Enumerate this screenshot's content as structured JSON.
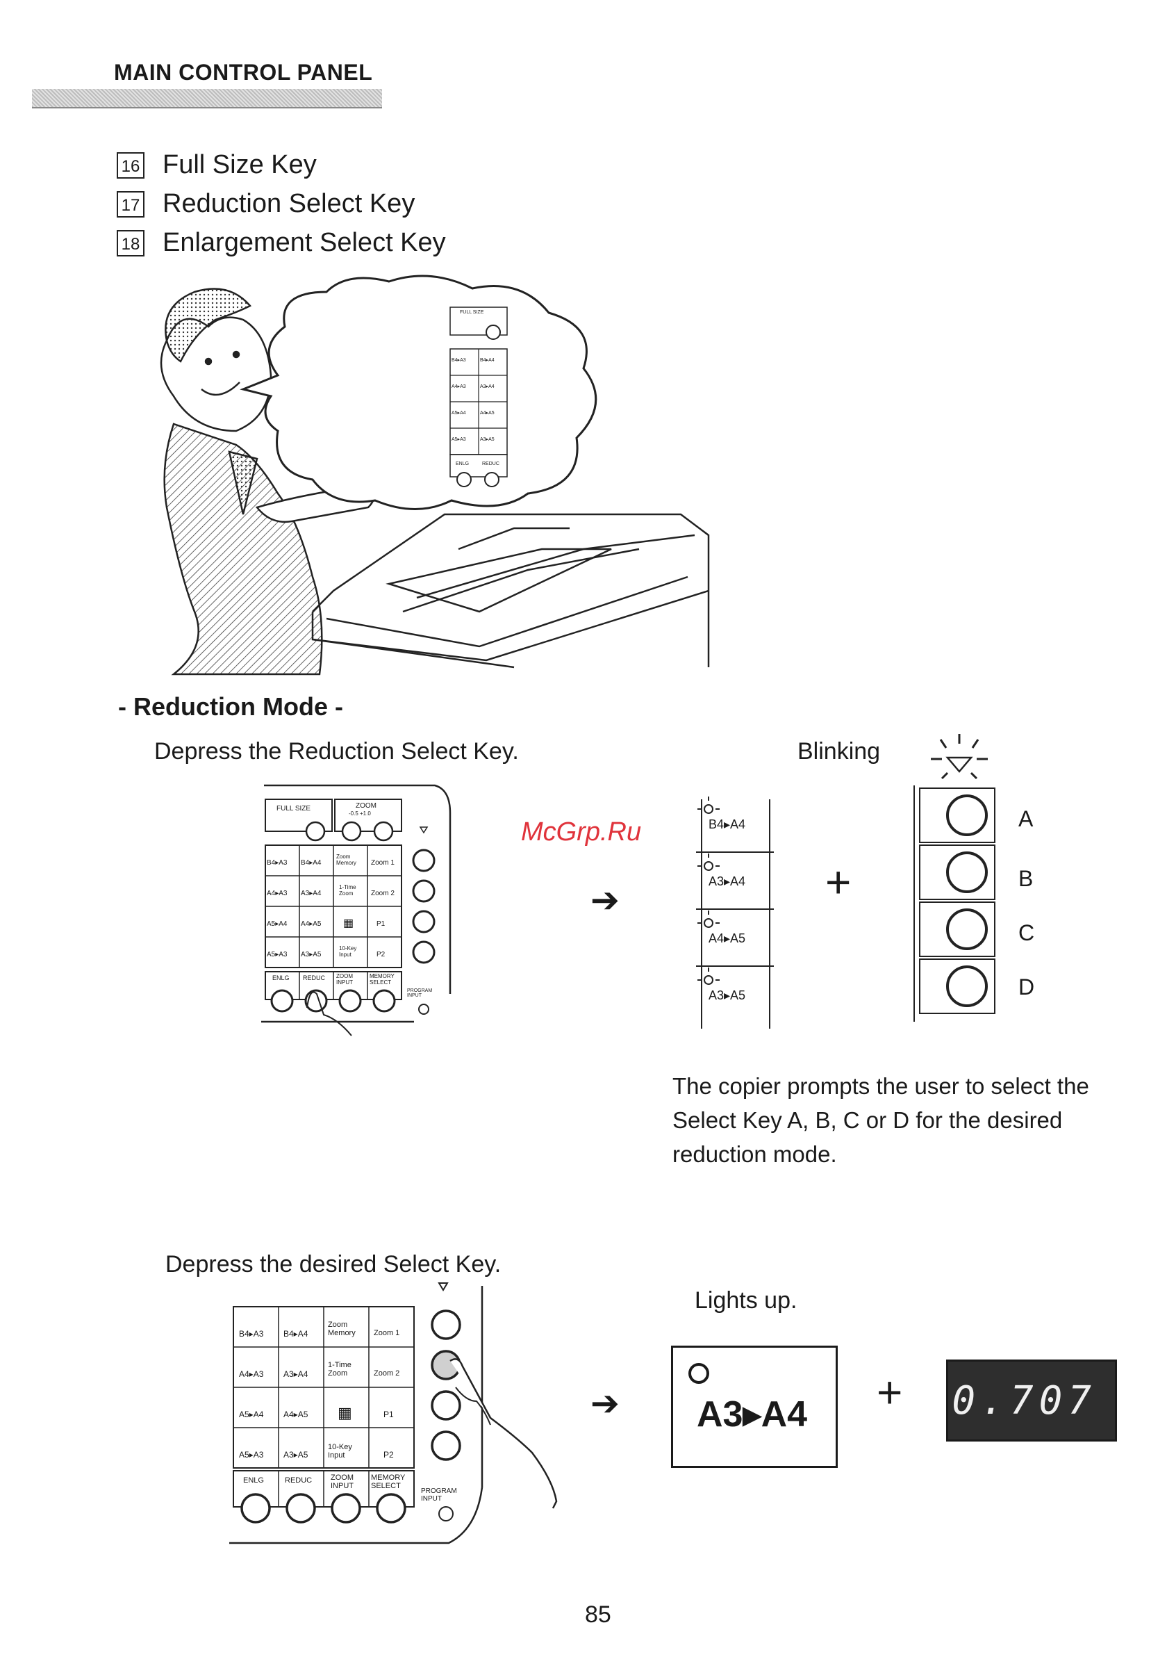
{
  "header": {
    "title": "MAIN CONTROL PANEL"
  },
  "keys": [
    {
      "num": "16",
      "label": "Full Size Key"
    },
    {
      "num": "17",
      "label": "Reduction Select Key"
    },
    {
      "num": "18",
      "label": "Enlargement Select Key"
    }
  ],
  "bubble_panel": {
    "full_size": "FULL SIZE",
    "rows": [
      [
        "B4▸A3",
        "B4▸A4"
      ],
      [
        "A4▸A3",
        "A3▸A4"
      ],
      [
        "A5▸A4",
        "A4▸A5"
      ],
      [
        "A5▸A3",
        "A3▸A5"
      ]
    ],
    "enlg": "ENLG",
    "reduc": "REDUC"
  },
  "section": {
    "title": "- Reduction Mode -"
  },
  "step1": {
    "text": "Depress the Reduction Select Key.",
    "blinking": "Blinking"
  },
  "panel": {
    "full_size": "FULL SIZE",
    "zoom": "ZOOM",
    "zoom_range": "-0.5  +1.0",
    "grid": [
      [
        "B4▸A3",
        "B4▸A4",
        "Zoom Memory",
        "Zoom 1"
      ],
      [
        "A4▸A3",
        "A3▸A4",
        "1-Time Zoom",
        "Zoom 2"
      ],
      [
        "A5▸A4",
        "A4▸A5",
        "▦",
        "P1"
      ],
      [
        "A5▸A3",
        "A3▸A5",
        "10-Key Input",
        "P2"
      ]
    ],
    "enlg": "ENLG",
    "reduc": "REDUC",
    "zoom_input": "ZOOM INPUT",
    "memory_select": "MEMORY SELECT",
    "program_input": "PROGRAM INPUT"
  },
  "blinking_labels": [
    "B4▸A4",
    "A3▸A4",
    "A4▸A5",
    "A3▸A5"
  ],
  "select_keys": [
    "A",
    "B",
    "C",
    "D"
  ],
  "note": "The copier prompts the user to select the Select Key A, B, C or D for the desired reduction mode.",
  "watermark": "McGrp.Ru",
  "step2": {
    "text": "Depress the desired Select Key.",
    "lights_up": "Lights up."
  },
  "lit_key": {
    "label": "A3▸A4"
  },
  "display": {
    "value": "0.707"
  },
  "page_number": "85"
}
